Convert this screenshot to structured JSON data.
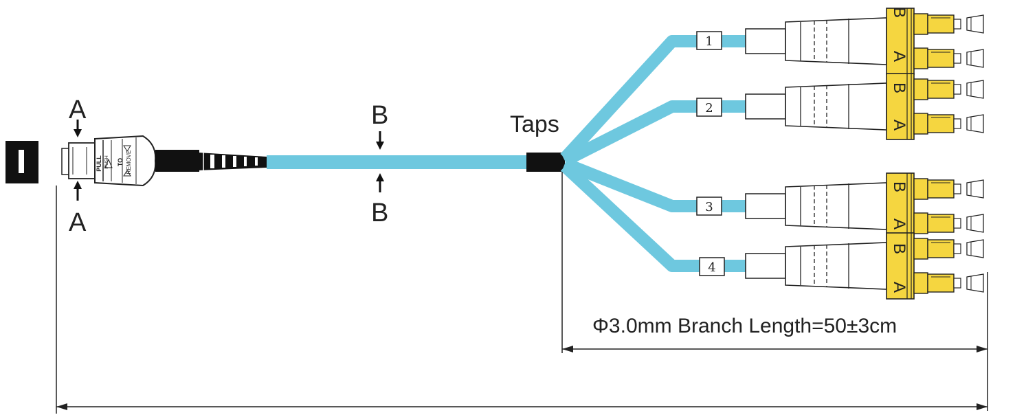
{
  "labels": {
    "a_top": "A",
    "a_bottom": "A",
    "b_top": "B",
    "b_bottom": "B",
    "taps": "Taps",
    "branch_length": "Φ3.0mm Branch Length=50±3cm"
  },
  "branches": [
    {
      "number": "1",
      "connector_labels": [
        "B",
        "A"
      ]
    },
    {
      "number": "2",
      "connector_labels": [
        "B",
        "A"
      ]
    },
    {
      "number": "3",
      "connector_labels": [
        "B",
        "A"
      ]
    },
    {
      "number": "4",
      "connector_labels": [
        "B",
        "A"
      ]
    }
  ],
  "mpo_text": [
    "PULL",
    "PUSH",
    "TO",
    "REMOVE"
  ],
  "colors": {
    "cable": "#6ec8df",
    "connector_yellow": "#f5d640",
    "black": "#111111",
    "line": "#222222"
  }
}
